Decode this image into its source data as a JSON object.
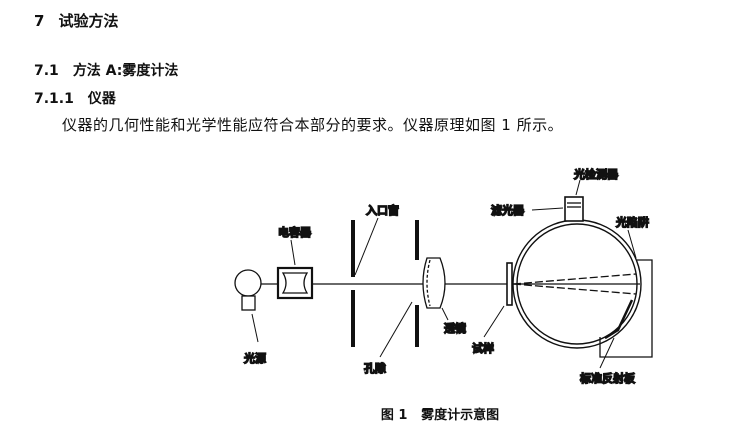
{
  "section": {
    "number": "7",
    "title": "试验方法"
  },
  "subsection": {
    "number": "7.1",
    "title": "方法 A:雾度计法"
  },
  "subsubsection": {
    "number": "7.1.1",
    "title": "仪器"
  },
  "paragraph": "仪器的几何性能和光学性能应符合本部分的要求。仪器原理如图 1 所示。",
  "figure": {
    "labels": {
      "light_source": "光源",
      "condenser": "电容器",
      "entrance_window": "入口窗",
      "aperture": "孔隙",
      "lens": "透镜",
      "sample": "试样",
      "filter": "滤光器",
      "detector": "光检测器",
      "light_trap": "光陷阱",
      "reflectance_standard": "标准反射板"
    },
    "caption_number": "图 1",
    "caption_text": "雾度计示意图"
  }
}
